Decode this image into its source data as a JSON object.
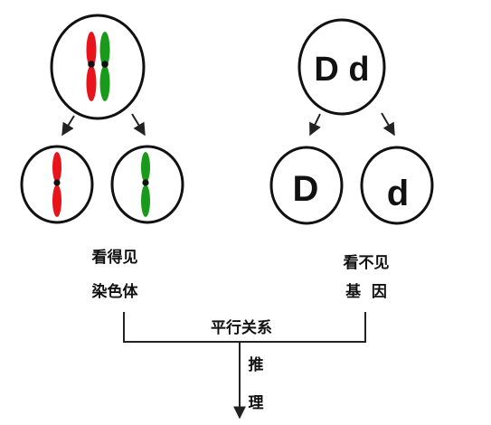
{
  "left": {
    "caption_line1": "看得见",
    "caption_line2": "染色体",
    "chromosome_colors": {
      "maternal": "#e8141c",
      "paternal": "#1a9a1a"
    }
  },
  "right": {
    "parent_label": "D d",
    "child_left_label": "D",
    "child_right_label": "d",
    "caption_line1": "看不见",
    "caption_line2": "基  因"
  },
  "relation_label": "平行关系",
  "inference_label_1": "推",
  "inference_label_2": "理"
}
